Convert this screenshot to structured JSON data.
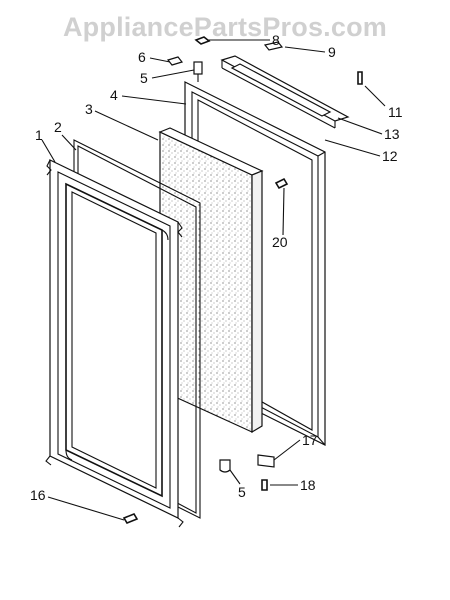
{
  "watermark": "AppliancePartsPros.com",
  "callouts": {
    "c1": "1",
    "c2": "2",
    "c3": "3",
    "c4": "4",
    "c5a": "5",
    "c5b": "5",
    "c6": "6",
    "c8": "8",
    "c9": "9",
    "c11": "11",
    "c12": "12",
    "c13": "13",
    "c16": "16",
    "c17": "17",
    "c18": "18",
    "c20": "20"
  }
}
